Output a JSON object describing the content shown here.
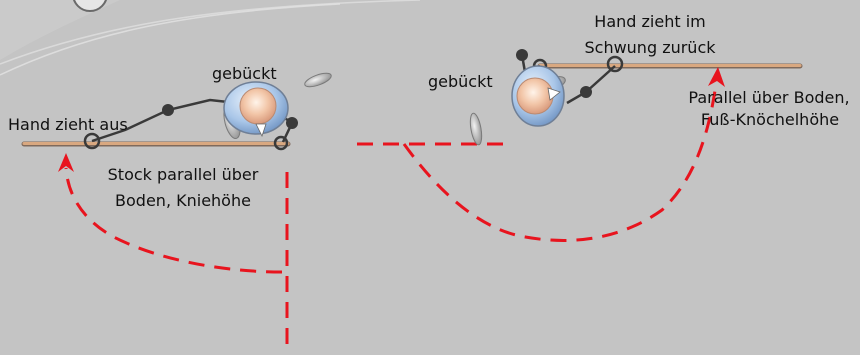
{
  "colors": {
    "background": "#c4c4c4",
    "stick": "#d9a880",
    "path_arrow": "#e8141e",
    "arm": "#3a3a3a",
    "head": "#f0c2a4",
    "shoulders": "#a9c6e8"
  },
  "icons": [
    "figure-top-view-left",
    "figure-top-view-right",
    "shoe-icon",
    "joint-dot",
    "hand-circle"
  ],
  "labels": {
    "left_hand": "Hand zieht aus",
    "left_bent": "gebückt",
    "left_stick_line1": "Stock parallel über",
    "left_stick_line2": "Boden, Kniehöhe",
    "right_bent": "gebückt",
    "right_hand_line1": "Hand zieht im",
    "right_hand_line2": "Schwung zurück",
    "right_stick_line1": "Parallel über Boden,",
    "right_stick_line2": "Fuß-Knöchelhöhe"
  }
}
